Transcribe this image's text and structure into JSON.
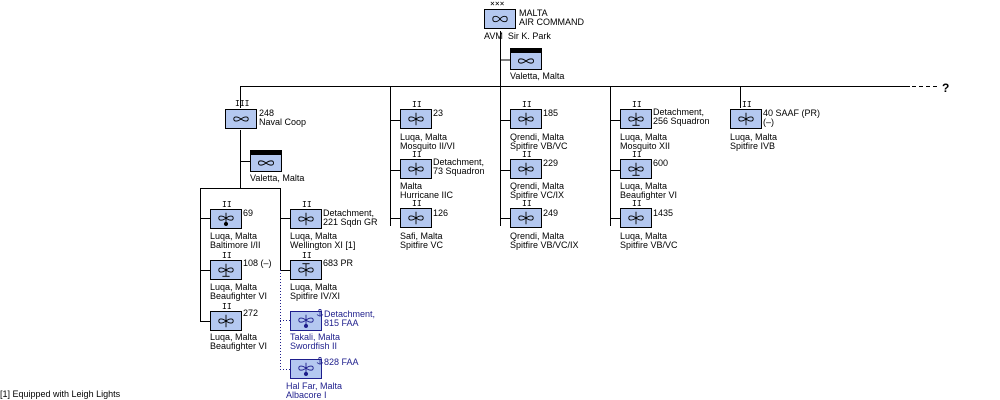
{
  "command": {
    "echelon": "×××",
    "title_line1": "MALTA",
    "title_line2": "AIR COMMAND",
    "commander": "AVM  Sir K. Park"
  },
  "hq_valetta_top": {
    "caption": "Valetta, Malta"
  },
  "unknown_marker": "?",
  "groups": {
    "naval_coop": {
      "echelon": "III",
      "designation_line1": "248",
      "designation_line2": "Naval Coop",
      "hq_caption": "Valetta, Malta"
    }
  },
  "units": {
    "sqn_23": {
      "echelon": "II",
      "designation": "23",
      "caption_line1": "Luqa, Malta",
      "caption_line2": "Mosquito II/VI"
    },
    "det_73": {
      "echelon": "II",
      "designation_line1": "Detachment,",
      "designation_line2": "73 Squadron",
      "caption_line1": "Malta",
      "caption_line2": "Hurricane IIC"
    },
    "sqn_126": {
      "echelon": "II",
      "designation": "126",
      "caption_line1": "Safi, Malta",
      "caption_line2": "Spitfire VC"
    },
    "sqn_185": {
      "echelon": "II",
      "designation": "185",
      "caption_line1": "Qrendi, Malta",
      "caption_line2": "Spitfire VB/VC"
    },
    "sqn_229": {
      "echelon": "II",
      "designation": "229",
      "caption_line1": "Qrendi, Malta",
      "caption_line2": "Spitfire VC/IX"
    },
    "sqn_249": {
      "echelon": "II",
      "designation": "249",
      "caption_line1": "Qrendi, Malta",
      "caption_line2": "Spitfire VB/VC/IX"
    },
    "det_256": {
      "echelon": "II",
      "designation_line1": "Detachment,",
      "designation_line2": "256 Squadron",
      "caption_line1": "Luqa, Malta",
      "caption_line2": "Mosquito XII"
    },
    "sqn_600": {
      "echelon": "II",
      "designation": "600",
      "caption_line1": "Luqa, Malta",
      "caption_line2": "Beaufighter VI"
    },
    "sqn_1435": {
      "echelon": "II",
      "designation": "1435",
      "caption_line1": "Luqa, Malta",
      "caption_line2": "Spitfire VB/VC"
    },
    "saaf_40": {
      "echelon": "II",
      "designation_line1": "40 SAAF (PR)",
      "designation_line2": "(–)",
      "caption_line1": "Luqa, Malta",
      "caption_line2": "Spitfire IVB"
    },
    "sqn_69": {
      "echelon": "II",
      "designation": "69",
      "caption_line1": "Luqa, Malta",
      "caption_line2": "Baltimore I/II"
    },
    "sqn_108": {
      "echelon": "II",
      "designation": "108 (–)",
      "caption_line1": "Luqa, Malta",
      "caption_line2": "Beaufighter VI"
    },
    "sqn_272": {
      "echelon": "II",
      "designation": "272",
      "caption_line1": "Luqa, Malta",
      "caption_line2": "Beaufighter VI"
    },
    "det_221": {
      "echelon": "II",
      "designation_line1": "Detachment,",
      "designation_line2": "221 Sqdn GR",
      "caption_line1": "Luqa, Malta",
      "caption_line2": "Wellington XI [1]"
    },
    "sqn_683": {
      "echelon": "II",
      "designation": "683 PR",
      "caption_line1": "Luqa, Malta",
      "caption_line2": "Spitfire IV/XI"
    },
    "det_815": {
      "designation_line1": "Detachment,",
      "designation_line2": "815 FAA",
      "caption_line1": "Takali, Malta",
      "caption_line2": "Swordfish II"
    },
    "sqn_828": {
      "designation": "828 FAA",
      "caption_line1": "Hal Far, Malta",
      "caption_line2": "Albacore I"
    }
  },
  "footnote": "[1] Equipped with Leigh Lights",
  "colors": {
    "symbol_fill": "#b4c8f0",
    "navy_fleet_air_arm": "#1e1e8c",
    "lines": "#000000"
  },
  "icons": {
    "air_force": "propeller-icon",
    "bomber": "bomber-weight-icon",
    "fighter": "fighter-icon",
    "hq": "headquarters-band-icon",
    "fleet_air_arm": "anchor-icon"
  }
}
